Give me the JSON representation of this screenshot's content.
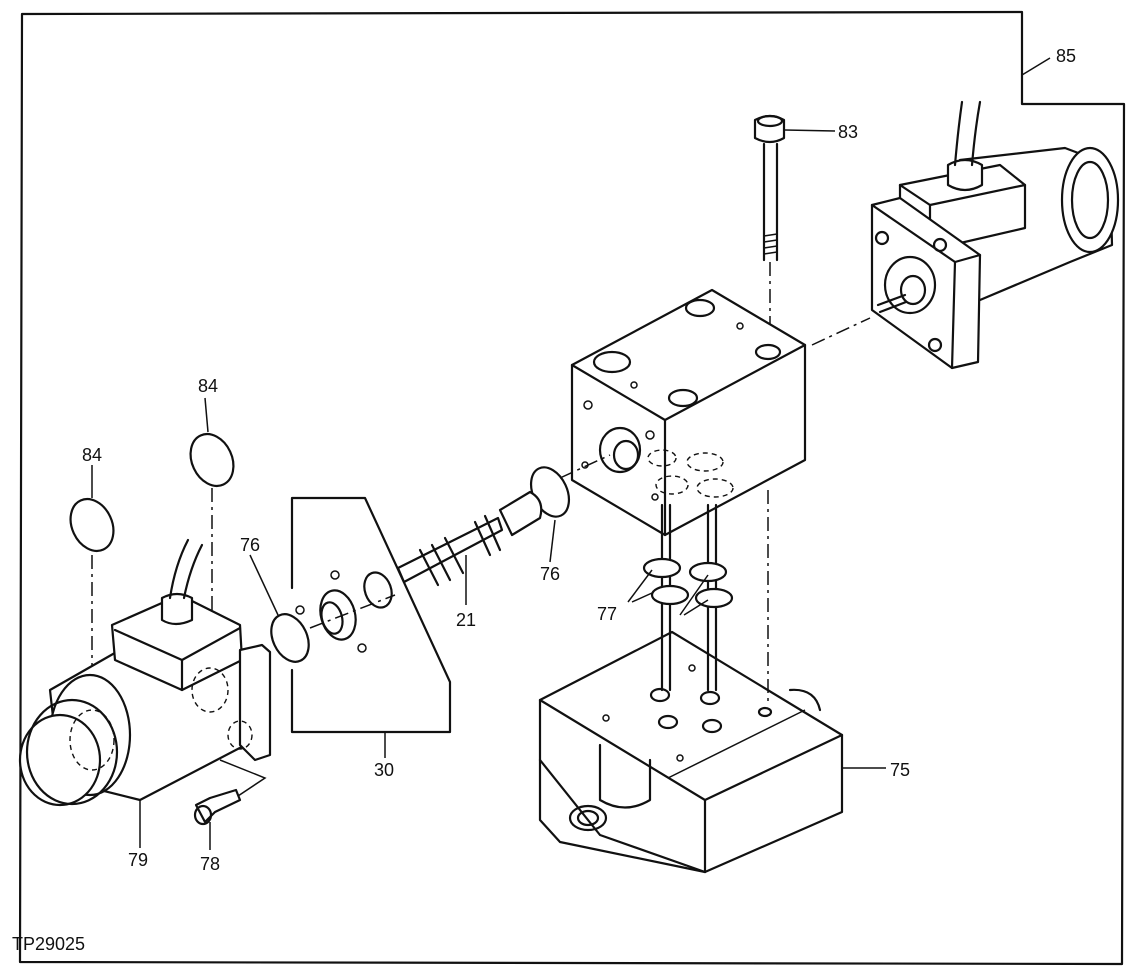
{
  "figure_id": "TP29025",
  "callouts": {
    "c85": "85",
    "c83": "83",
    "c84a": "84",
    "c84b": "84",
    "c76a": "76",
    "c76b": "76",
    "c21": "21",
    "c77": "77",
    "c30": "30",
    "c75": "75",
    "c79": "79",
    "c78": "78"
  }
}
